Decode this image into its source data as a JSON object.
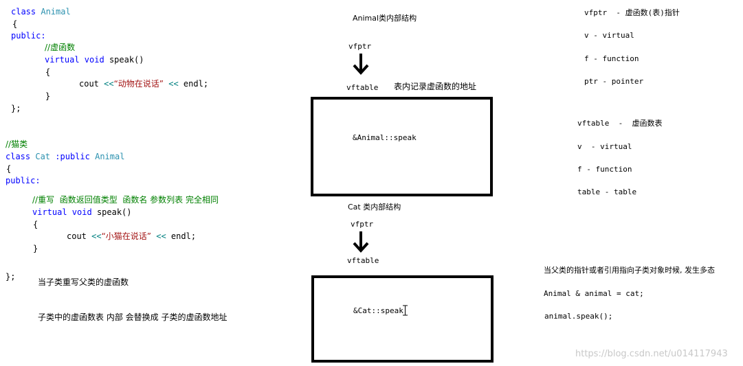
{
  "animal_code": {
    "l1_kw": "class",
    "l1_name": "Animal",
    "l2": "{",
    "l3": "public:",
    "l4": "//虚函数",
    "l5_kw": "virtual void",
    "l5_rest": "speak()",
    "l6": "{",
    "l7_a": "cout ",
    "l7_op1": "<<",
    "l7_str": "“动物在说话”",
    "l7_op2": "<<",
    "l7_b": " endl;",
    "l8": "}",
    "l9": "};"
  },
  "cat_code": {
    "l1": "//猫类",
    "l2_kw": "class",
    "l2_name": "Cat",
    "l2_pub": ":public",
    "l2_base": "Animal",
    "l3": "{",
    "l4": "public:",
    "l5": "//重写  函数返回值类型  函数名 参数列表 完全相同",
    "l6_kw": "virtual void",
    "l6_rest": "speak()",
    "l7": "{",
    "l8_a": "cout ",
    "l8_op1": "<<",
    "l8_str": "“小猫在说话”",
    "l8_op2": "<<",
    "l8_b": " endl;",
    "l9": "}",
    "l10": "};"
  },
  "notes_left": {
    "n1": "当子类重写父类的虚函数",
    "n2": "子类中的虚函数表 内部 会替换成 子类的虚函数地址"
  },
  "diagram": {
    "animal_title": "Animal类内部结构",
    "animal_vfptr": "vfptr",
    "animal_vftable": "vftable",
    "animal_vftable_note": "表内记录虚函数的地址",
    "animal_entry": "&Animal::speak",
    "cat_title": "Cat 类内部结构",
    "cat_vfptr": "vfptr",
    "cat_vftable": "vftable",
    "cat_entry": "&Cat::speak"
  },
  "glossary": {
    "vfptr_line": "vfptr  - 虚函数(表)指针",
    "v1": "v - virtual",
    "f1": "f - function",
    "ptr": "ptr - pointer",
    "vftable_line": "vftable  -  虚函数表",
    "v2": "v  - virtual",
    "f2": "f - function",
    "table": "table - table"
  },
  "polymorphism": {
    "title": "当父类的指针或者引用指向子类对象时候, 发生多态",
    "code1": "Animal & animal = cat;",
    "code2": "animal.speak();"
  },
  "watermark": "https://blog.csdn.net/u014117943"
}
